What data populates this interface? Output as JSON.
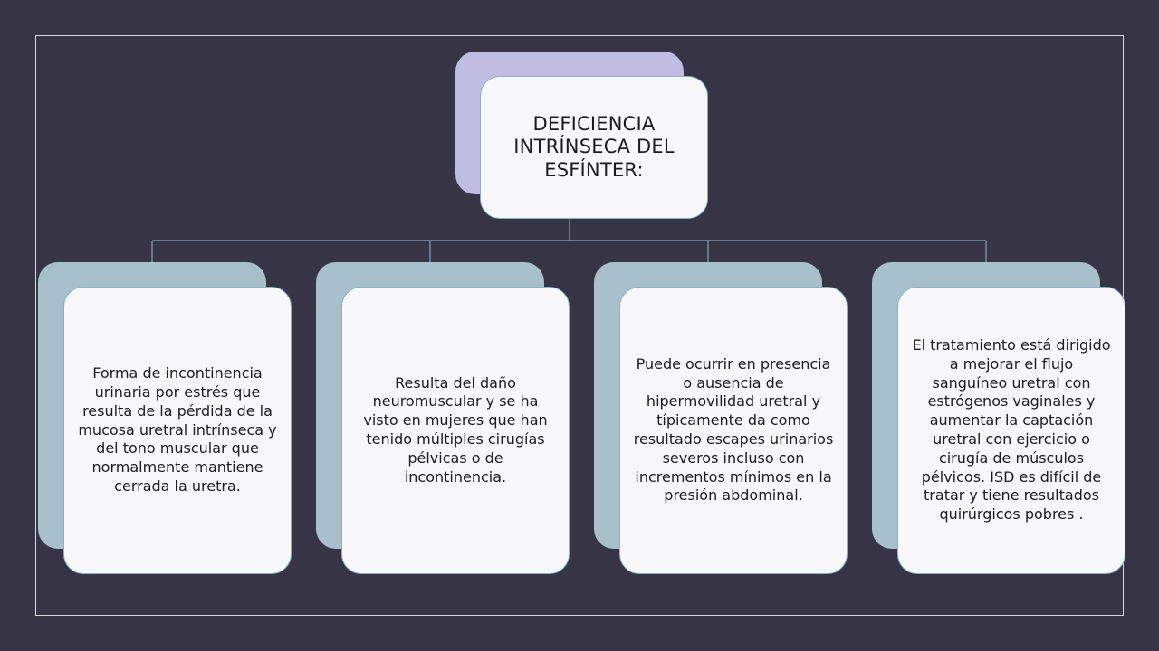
{
  "diagram": {
    "root": {
      "text": "DEFICIENCIA INTRÍNSECA DEL ESFÍNTER:"
    },
    "children": [
      {
        "text": "Forma de incontinencia urinaria por estrés que resulta de la pérdida de la mucosa uretral intrínseca y del tono muscular que normalmente mantiene cerrada la uretra."
      },
      {
        "text": "Resulta del daño neuromuscular y se ha visto en mujeres que han tenido múltiples cirugías pélvicas o de incontinencia."
      },
      {
        "text": "Puede ocurrir en presencia o ausencia de hipermovilidad uretral y típicamente da como resultado escapes urinarios severos incluso con incrementos mínimos en la presión abdominal."
      },
      {
        "text": "El tratamiento está dirigido a mejorar el flujo sanguíneo uretral con estrógenos vaginales y aumentar la captación uretral con ejercicio o cirugía de músculos pélvicos. ISD es difícil de tratar y tiene resultados quirúrgicos pobres ."
      }
    ]
  },
  "colors": {
    "background": "#373445",
    "root_accent": "#bfbde2",
    "child_accent": "#a8c0cc",
    "card_fill": "#f8f8fb",
    "connector": "#7fa6bb"
  }
}
